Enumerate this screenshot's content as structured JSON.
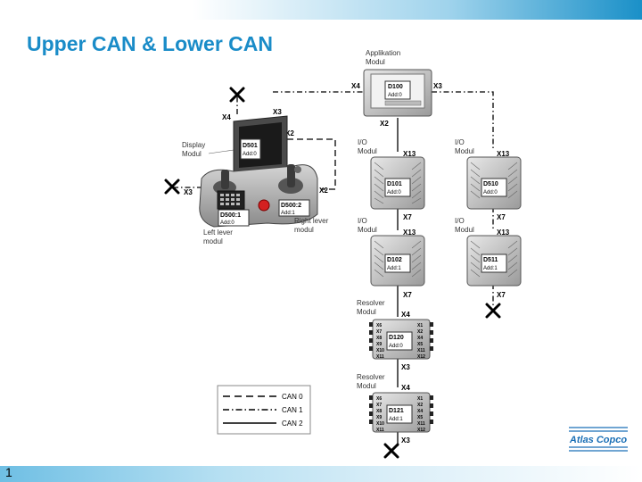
{
  "title": "Upper CAN & Lower CAN",
  "page_number": "1",
  "logo_text": "Atlas Copco",
  "colors": {
    "title": "#1a8cc8",
    "brand_blue": "#1a6fb6",
    "button_red": "#d42020"
  },
  "app_module": {
    "label_line1": "Applikation",
    "label_line2": "Modul",
    "id": "D100",
    "addr": "Add:0",
    "port_left": "X4",
    "port_right": "X3",
    "port_bottom": "X2"
  },
  "display_module": {
    "label_line1": "Display",
    "label_line2": "Modul",
    "id": "D501",
    "addr": "Add:0",
    "port_x4": "X4",
    "port_x3": "X3",
    "port_x2": "X2"
  },
  "left_lever": {
    "id": "D500:1",
    "addr": "Add:0",
    "label_line1": "Left lever",
    "label_line2": "modul",
    "port_left": "X3"
  },
  "right_lever": {
    "id": "D500:2",
    "addr": "Add:1",
    "label_line1": "Right lever",
    "label_line2": "modul",
    "port_right": "X2"
  },
  "io_left_top": {
    "label_line1": "I/O",
    "label_line2": "Modul",
    "id": "D101",
    "addr": "Add:0",
    "port_top": "X13",
    "port_bottom": "X7"
  },
  "io_left_bottom": {
    "label_line1": "I/O",
    "label_line2": "Modul",
    "id": "D102",
    "addr": "Add:1",
    "port_top": "X13",
    "port_bottom": "X7"
  },
  "io_right_top": {
    "label_line1": "I/O",
    "label_line2": "Modul",
    "id": "D510",
    "addr": "Add:0",
    "port_top": "X13",
    "port_bottom": "X7"
  },
  "io_right_bottom": {
    "label_line1": "I/O",
    "label_line2": "Modul",
    "id": "D511",
    "addr": "Add:1",
    "port_top": "X13",
    "port_bottom": "X7"
  },
  "resolver_1": {
    "label_line1": "Resolver",
    "label_line2": "Modul",
    "id": "D120",
    "addr": "Add:0",
    "port_top": "X4",
    "port_bottom": "X3",
    "left_ports": [
      "X6",
      "X7",
      "X8",
      "X9",
      "X10",
      "X11"
    ],
    "right_ports": [
      "X1",
      "X2",
      "X4",
      "X5",
      "X11",
      "X12"
    ]
  },
  "resolver_2": {
    "label_line1": "Resolver",
    "label_line2": "Modul",
    "id": "D121",
    "addr": "Add:1",
    "port_top": "X4",
    "port_bottom": "X3",
    "left_ports": [
      "X6",
      "X7",
      "X8",
      "X9",
      "X10",
      "X11"
    ],
    "right_ports": [
      "X1",
      "X2",
      "X4",
      "X5",
      "X11",
      "X12"
    ]
  },
  "legend": [
    {
      "label": "CAN 0",
      "style": "dashed"
    },
    {
      "label": "CAN 1",
      "style": "dashdot"
    },
    {
      "label": "CAN 2",
      "style": "solid"
    }
  ]
}
